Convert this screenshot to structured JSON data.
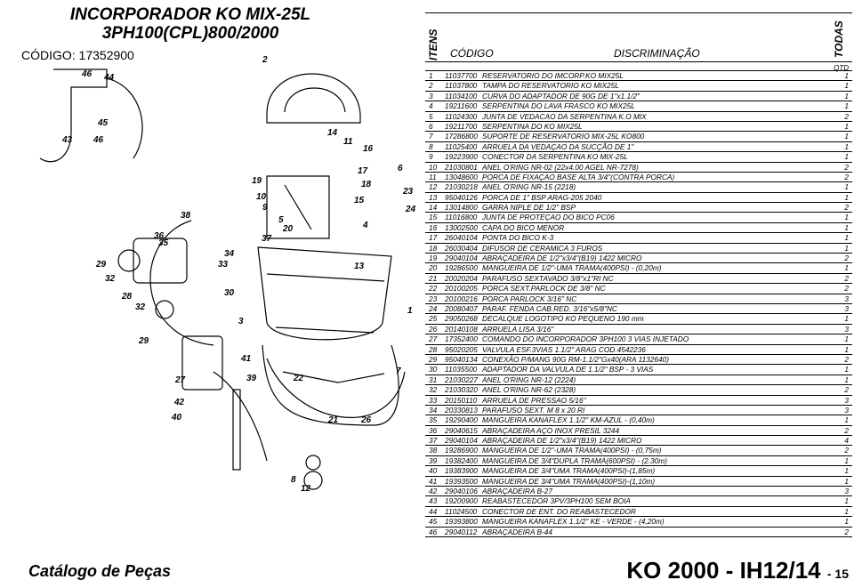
{
  "header": {
    "title_line1": "INCORPORADOR KO MIX-25L",
    "title_line2": "3PH100(CPL)800/2000",
    "codigo": "CÓDIGO: 17352900"
  },
  "table": {
    "col_itens": "ITENS",
    "col_codigo": "CÓDIGO",
    "col_discriminacao": "DISCRIMINAÇÃO",
    "col_todas": "TODAS",
    "col_qtd": "QTD",
    "rows": [
      [
        "1",
        "11037700",
        "RESERVATORIO DO IMCORP.KO MIX25L",
        "1"
      ],
      [
        "2",
        "11037800",
        "TAMPA DO RESERVATORIO KO MIX25L",
        "1"
      ],
      [
        "3",
        "11034100",
        "CURVA DO ADAPTADOR DE 90G DE 1\"x1.1/2\"",
        "1"
      ],
      [
        "4",
        "19211600",
        "SERPENTINA DO LAVA FRASCO KO MIX25L",
        "1"
      ],
      [
        "5",
        "11024300",
        "JUNTA DE VEDACAO DA SERPENTINA K.O MIX",
        "2"
      ],
      [
        "6",
        "19211700",
        "SERPENTINA DO KO MIX25L",
        "1"
      ],
      [
        "7",
        "17286800",
        "SUPORTE DE RESERVATORIO MIX-25L KO800",
        "1"
      ],
      [
        "8",
        "11025400",
        "ARRUELA DA VEDAÇAO DA SUCÇÃO DE 1\"",
        "1"
      ],
      [
        "9",
        "19223900",
        "CONECTOR DA SERPENTINA KO MIX-25L",
        "1"
      ],
      [
        "10",
        "21030801",
        "ANEL O'RING NR-02 (22x4.00 AGEL NR-7278)",
        "2"
      ],
      [
        "11",
        "13048600",
        "PORCA DE FIXAÇAO BASE ALTA 3/4\"(CONTRA PORCA)",
        "2"
      ],
      [
        "12",
        "21030218",
        "ANEL O'RING NR-15 (2218)",
        "1"
      ],
      [
        "13",
        "95040126",
        "PORCA DE 1\" BSP ARAG-205 2040",
        "1"
      ],
      [
        "14",
        "13014800",
        "GARRA NIPLE DE 1/2\" BSP",
        "2"
      ],
      [
        "15",
        "11016800",
        "JUNTA DE PROTEÇAO DO BICO PC06",
        "1"
      ],
      [
        "16",
        "13002500",
        "CAPA DO BICO MENOR",
        "1"
      ],
      [
        "17",
        "26040104",
        "PONTA DO BICO K-3",
        "1"
      ],
      [
        "18",
        "26030404",
        "DIFUSOR DE CERAMICA 3 FUROS",
        "1"
      ],
      [
        "19",
        "29040104",
        "ABRAÇADEIRA DE 1/2\"x3/4\"(B19)  1422 MICRO",
        "2"
      ],
      [
        "20",
        "19286500",
        "MANGUEIRA DE 1/2\"-UMA TRAMA(400PSI) - (0,20m)",
        "1"
      ],
      [
        "21",
        "20020204",
        "PARAFUSO SEXTAVADO 3/8\"x1\"RI NC",
        "2"
      ],
      [
        "22",
        "20100205",
        "PORCA SEXT.PARLOCK DE 3/8\" NC",
        "2"
      ],
      [
        "23",
        "20100216",
        "PORCA PARLOCK 3/16\" NC",
        "3"
      ],
      [
        "24",
        "20080407",
        "PARAF. FENDA CAB.RED. 3/16\"x5/8\"NC",
        "3"
      ],
      [
        "25",
        "29050268",
        "DECALQUE LOGOTIPO KO PEQUENO  190 mm",
        "1"
      ],
      [
        "26",
        "20140108",
        "ARRUELA LISA 3/16\"",
        "3"
      ],
      [
        "27",
        "17352400",
        "COMANDO DO INCORPORADOR 3PH100 3 VIAS INJETADO",
        "1"
      ],
      [
        "28",
        "95020205",
        "VALVULA ESF.3VIAS 1.1/2\" ARAG COD.4542236",
        "1"
      ],
      [
        "29",
        "95040134",
        "CONEXÃO P/MANG 90G RM-1.1/2\"Gx40(ARA 1132640)",
        "2"
      ],
      [
        "30",
        "11035500",
        "ADAPTADOR DA VALVULA DE 1.1/2\" BSP - 3 VIAS",
        "1"
      ],
      [
        "31",
        "21030227",
        "ANEL O'RING NR-12 (2224)",
        "1"
      ],
      [
        "32",
        "21030320",
        "ANEL O'RING NR-62 (2328)",
        "2"
      ],
      [
        "33",
        "20150110",
        "ARRUELA DE PRESSAO 5/16\"",
        "3"
      ],
      [
        "34",
        "20330813",
        "PARAFUSO SEXT. M 8 x 20 RI",
        "3"
      ],
      [
        "35",
        "19290400",
        "MANGUEIRA KANAFLEX 1.1/2\" KM-AZUL - (0,40m)",
        "1"
      ],
      [
        "36",
        "29040615",
        "ABRAÇADEIRA AÇO INOX PRESIL 3244",
        "2"
      ],
      [
        "37",
        "29040104",
        "ABRAÇADEIRA DE 1/2\"x3/4\"(B19)  1422 MICRO",
        "4"
      ],
      [
        "38",
        "19286900",
        "MANGUEIRA DE 1/2\"-UMA TRAMA(400PSI) - (0,75m)",
        "2"
      ],
      [
        "39",
        "19382400",
        "MANGUEIRA DE 3/4\"DUPLA TRAMA(600PSI) - (2.30m)",
        "1"
      ],
      [
        "40",
        "19383900",
        "MANGUEIRA DE 3/4\"UMA TRAMA(400PSI)-(1,85m)",
        "1"
      ],
      [
        "41",
        "19393500",
        "MANGUEIRA DE 3/4\"UMA TRAMA(400PSI)-(1,10m)",
        "1"
      ],
      [
        "42",
        "29040106",
        "ABRAÇADEIRA B-27",
        "3"
      ],
      [
        "43",
        "19200900",
        "REABASTECEDOR 3PV/3PH100 SEM BOIA",
        "1"
      ],
      [
        "44",
        "11024500",
        "CONECTOR DE ENT. DO REABASTECEDOR",
        "1"
      ],
      [
        "45",
        "19393800",
        "MANGUEIRA KANAFLEX 1.1/2\" KE - VERDE - (4,20m)",
        "1"
      ],
      [
        "46",
        "29040112",
        "ABRAÇADEIRA B-44",
        "2"
      ]
    ]
  },
  "drawing": {
    "labels": [
      "46",
      "44",
      "2",
      "43",
      "46",
      "45",
      "14",
      "11",
      "16",
      "6",
      "17",
      "18",
      "19",
      "10",
      "9",
      "15",
      "23",
      "24",
      "5",
      "20",
      "4",
      "38",
      "37",
      "36",
      "35",
      "34",
      "33",
      "29",
      "32",
      "13",
      "28",
      "30",
      "1",
      "32",
      "3",
      "29",
      "41",
      "7",
      "27",
      "39",
      "22",
      "42",
      "40",
      "21",
      "26",
      "8",
      "12"
    ]
  },
  "footer": {
    "catalog": "Catálogo de Peças",
    "model": "KO 2000 - IH12/14",
    "page": "- 15"
  }
}
